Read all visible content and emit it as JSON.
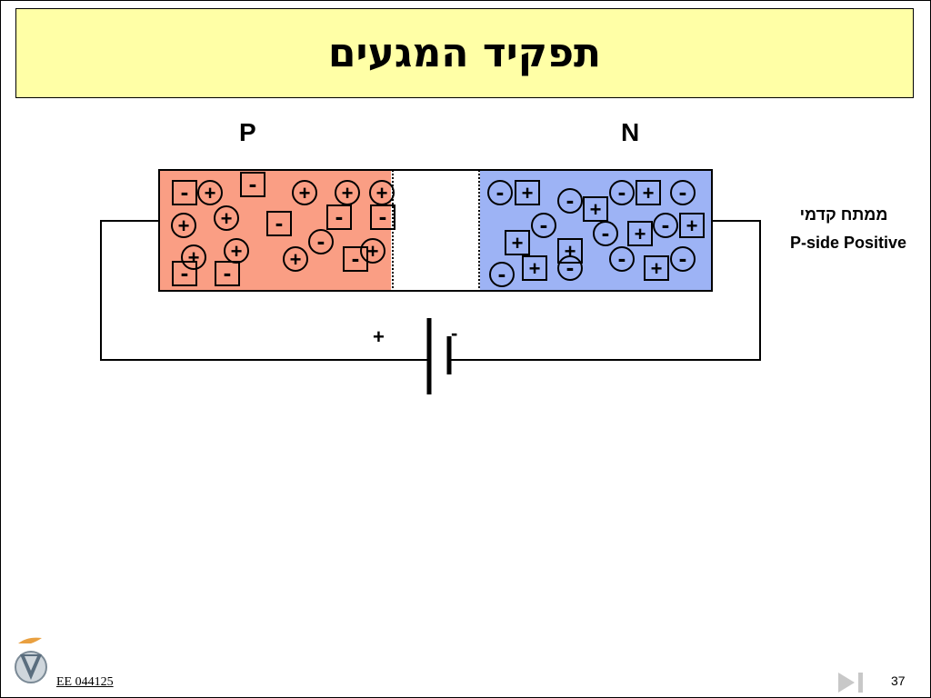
{
  "slide": {
    "title": "תפקיד המגעים",
    "footer_code": "EE 044125",
    "page_number": "37"
  },
  "diagram": {
    "p_label": "P",
    "n_label": "N",
    "note_hebrew": "ממתח קדמי",
    "note_english": "P-side Positive",
    "battery_plus": "+",
    "battery_minus": "-",
    "p_region_color": "#fa9e84",
    "n_region_color": "#9db3f5",
    "title_bg_color": "#ffffa6"
  }
}
